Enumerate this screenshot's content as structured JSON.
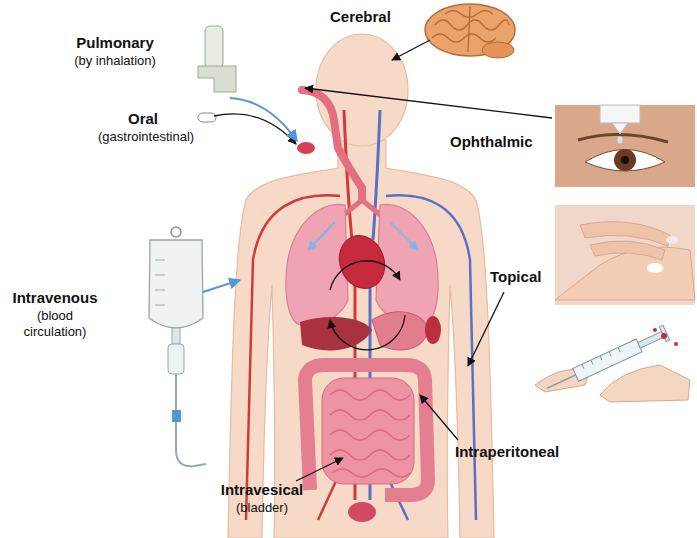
{
  "diagram": {
    "labels": [
      "Cerebral",
      "Pulmonary",
      "(by inhalation)",
      "Ophthalmic",
      "Oral",
      "(gastrointestinal)",
      "Topical",
      "Intravenous",
      "(blood circulation)",
      "Intraperitoneal",
      "Intravesical",
      "(bladder)"
    ]
  }
}
